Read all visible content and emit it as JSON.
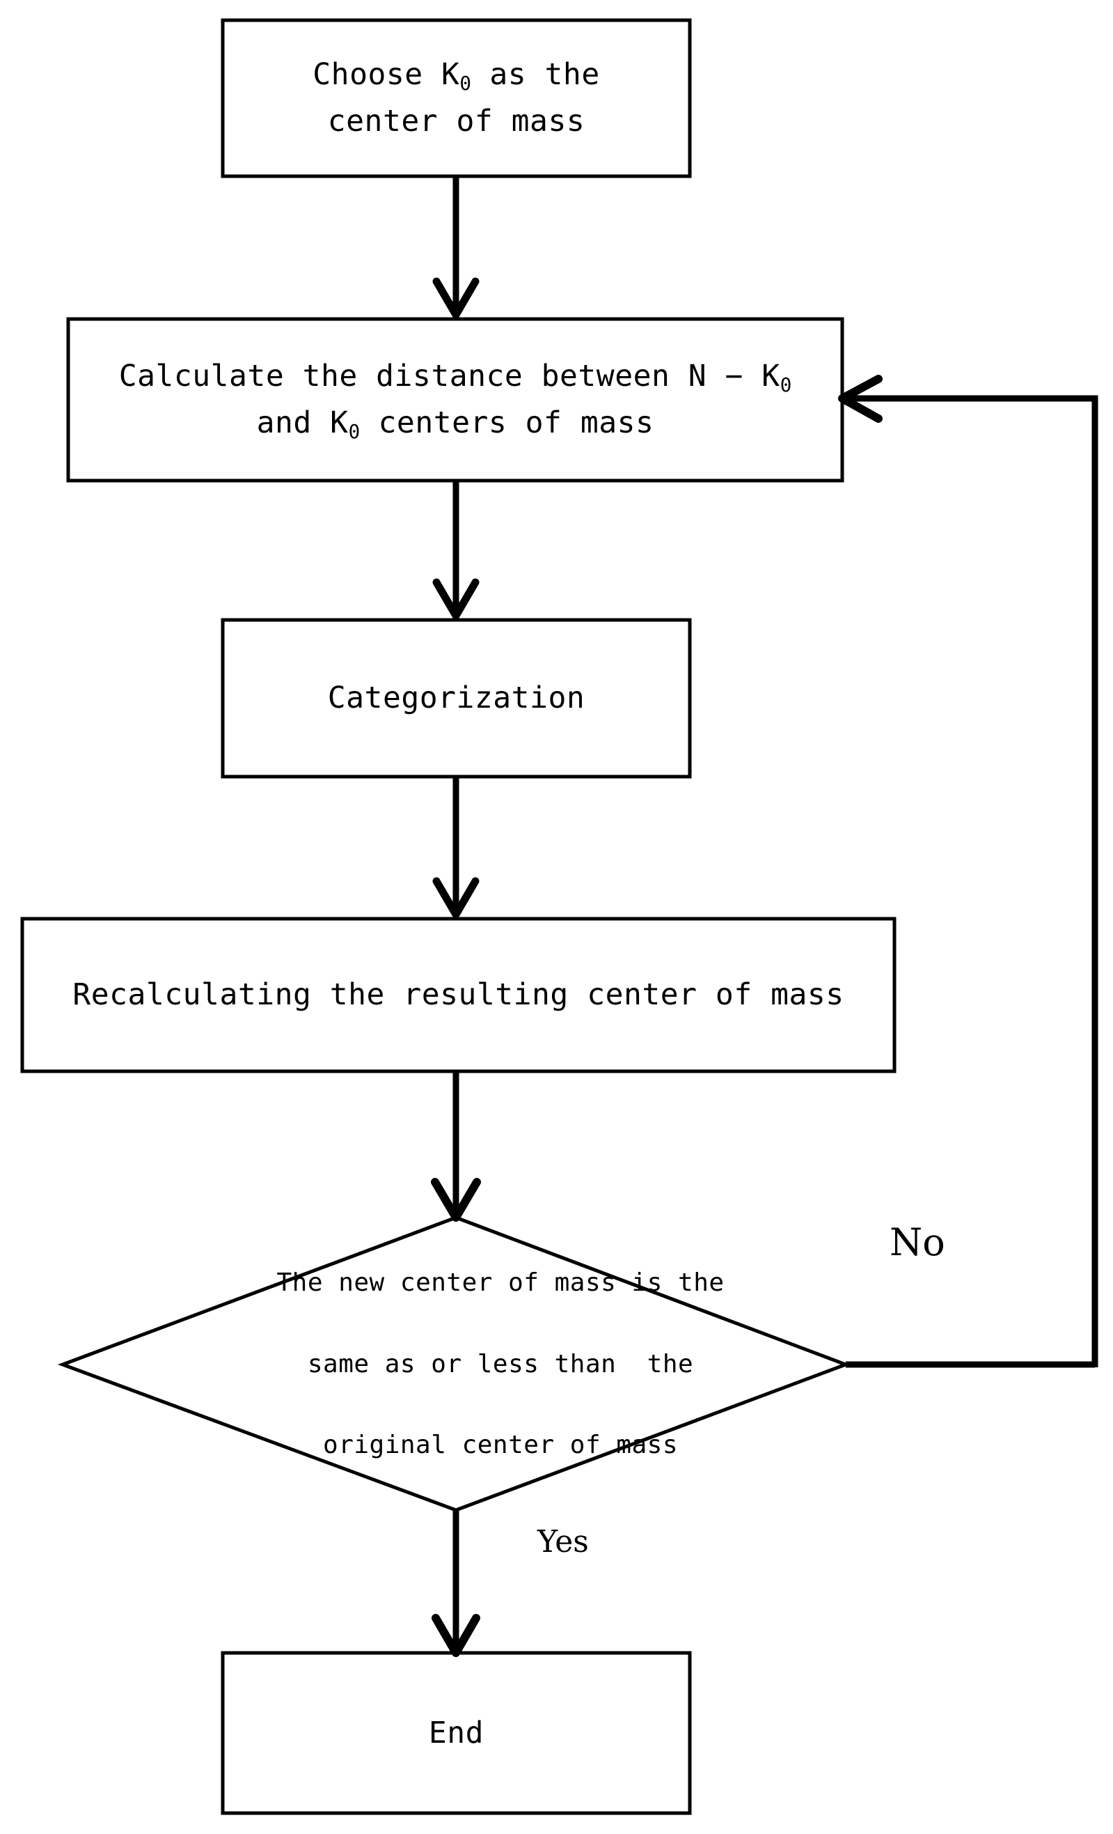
{
  "diagram": {
    "title": "K-means clustering flowchart",
    "type": "flowchart",
    "background_color": "#ffffff",
    "stroke_color": "#000000",
    "nodes": [
      {
        "id": "choose-k0",
        "shape": "process",
        "lines": [
          "Choose K₀ as the",
          "center of mass"
        ],
        "text": "Choose K0 as the center of mass"
      },
      {
        "id": "calculate-distance",
        "shape": "process",
        "lines": [
          "Calculate the distance between N − K₀",
          "and K₀ centers of mass"
        ],
        "text": "Calculate the distance between N - K0 and K0 centers of mass"
      },
      {
        "id": "categorization",
        "shape": "process",
        "lines": [
          "Categorization"
        ],
        "text": "Categorization"
      },
      {
        "id": "recalculating",
        "shape": "process",
        "lines": [
          "Recalculating the resulting center of mass"
        ],
        "text": "Recalculating the resulting center of mass"
      },
      {
        "id": "decision",
        "shape": "decision",
        "lines": [
          "The new center of mass is the",
          "same as or less than  the",
          "original center of mass"
        ],
        "text": "The new center of mass is the same as or less than  the original center of mass"
      },
      {
        "id": "end",
        "shape": "process",
        "lines": [
          "End"
        ],
        "text": "End"
      }
    ],
    "edge_labels": {
      "no": "No",
      "yes": "Yes"
    }
  }
}
